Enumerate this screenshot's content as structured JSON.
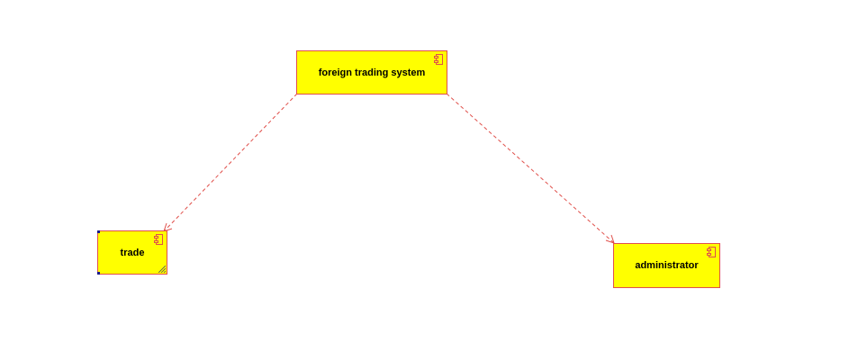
{
  "diagram": {
    "type": "uml-component-diagram",
    "colors": {
      "node_fill": "#ffff00",
      "node_border": "#e0504b",
      "connector": "#e0504b",
      "selection_handle": "#1a1a8c"
    },
    "nodes": [
      {
        "id": "foreign",
        "label": "foreign trading system",
        "icon": "component-icon"
      },
      {
        "id": "trade",
        "label": "trade",
        "icon": "component-icon",
        "selected": true
      },
      {
        "id": "admin",
        "label": "administrator",
        "icon": "component-icon"
      }
    ],
    "dependencies": [
      {
        "from": "foreign",
        "to": "trade",
        "style": "dashed",
        "arrow": "open"
      },
      {
        "from": "foreign",
        "to": "admin",
        "style": "dashed",
        "arrow": "open"
      }
    ]
  }
}
